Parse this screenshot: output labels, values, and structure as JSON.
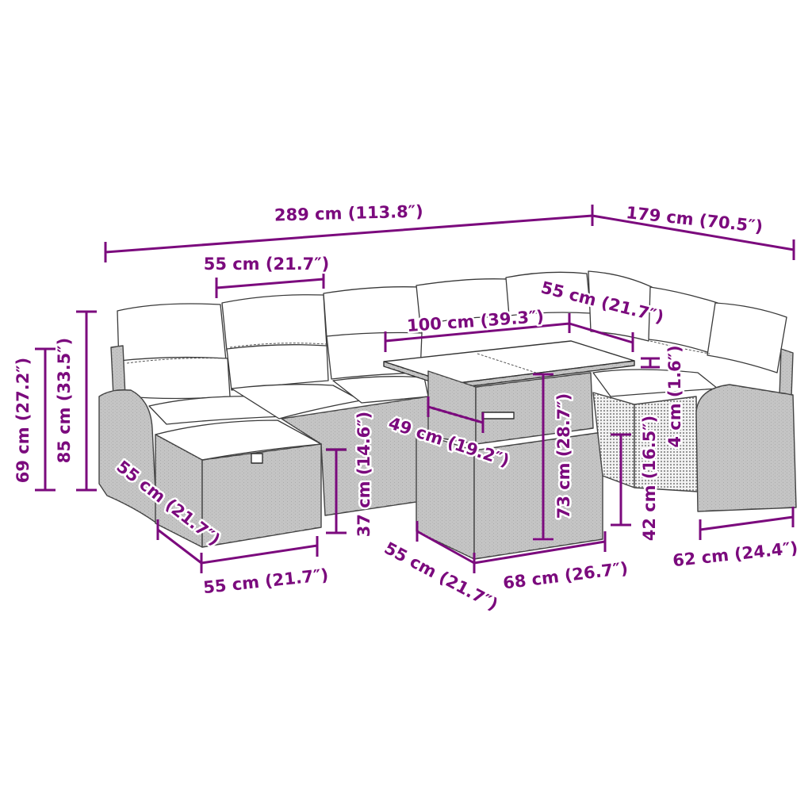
{
  "figure": {
    "subject": "Garden sofa set with table and footstool (poly rattan)",
    "accent_color": "#7b0a7d",
    "line_color": "#333333",
    "background": "#ffffff"
  },
  "dimensions": {
    "total_width": "289 cm (113.8″)",
    "total_depth": "179 cm (70.5″)",
    "seat_module_width": "55 cm (21.7″)",
    "table_width": "100 cm (39.3″)",
    "table_depth": "55 cm (21.7″)",
    "table_top_thickness": "4 cm (1.6″)",
    "seat_height_back": "69 cm (27.2″)",
    "overall_height": "85 cm (33.5″)",
    "footstool_depth": "55 cm (21.7″)",
    "footstool_width": "55 cm (21.7″)",
    "footstool_height": "37 cm (14.6″)",
    "table_shelf_depth": "49 cm (19.2″)",
    "table_height": "73 cm (28.7″)",
    "table_base_depth": "55 cm (21.7″)",
    "table_base_width": "68 cm (26.7″)",
    "seat_height": "42 cm (16.5″)",
    "armchair_depth": "62 cm (24.4″)"
  }
}
